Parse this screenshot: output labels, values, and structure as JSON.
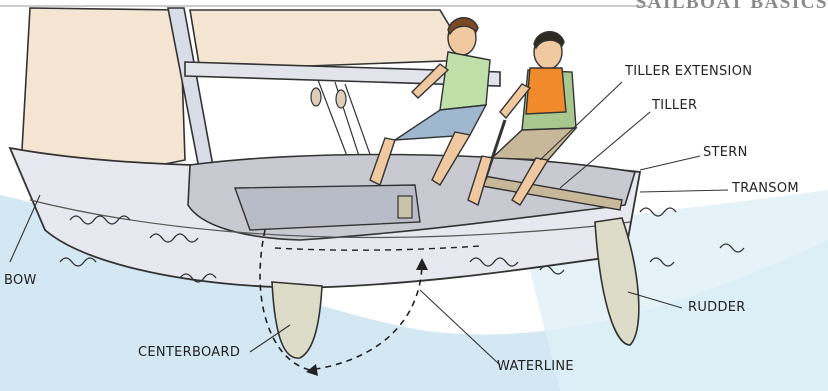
{
  "header": {
    "title": "SAILBOAT BASICS"
  },
  "labels": {
    "tiller_extension": "TILLER EXTENSION",
    "tiller": "TILLER",
    "stern": "STERN",
    "transom": "TRANSOM",
    "bow": "BOW",
    "rudder": "RUDDER",
    "centerboard": "CENTERBOARD",
    "waterline": "WATERLINE"
  },
  "colors": {
    "water": "#cfe6f2",
    "hull": "#e6e6ee",
    "sail": "#f4e6d2",
    "cockpit": "#c9c9d2",
    "lifejacket": "#f08a2a",
    "shirt_sailor1": "#bfe0a8",
    "shirt_sailor2": "#a8c890",
    "shorts": "#9fb8d0"
  }
}
